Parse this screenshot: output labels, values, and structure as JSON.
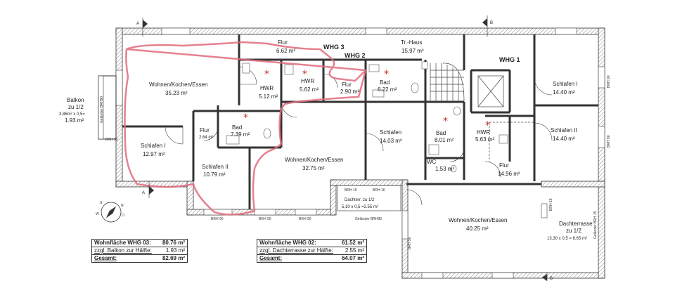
{
  "section_marks": {
    "a_top": "A",
    "a_bottom": "A",
    "b_top": "B",
    "b_bottom": "B"
  },
  "units": {
    "whg3": "WHG 3",
    "whg2": "WHG 2",
    "whg1": "WHG 1"
  },
  "rooms": {
    "flur_top": {
      "name": "Flur",
      "area": "6.62 m²"
    },
    "tr_haus": {
      "name": "Tr.-Haus",
      "area": "15.97 m²"
    },
    "wohnen_whg3": {
      "name": "Wohnen/Kochen/Essen",
      "area": "35.23 m²"
    },
    "hwr_whg3": {
      "name": "HWR",
      "area": "5.12 m²"
    },
    "hwr_whg2": {
      "name": "HWR",
      "area": "5.62 m²"
    },
    "flur_whg2": {
      "name": "Flur",
      "area": "2.90 m²"
    },
    "bad_whg2": {
      "name": "Bad",
      "area": "6.22 m²"
    },
    "schlafen1_right": {
      "name": "Schlafen I",
      "area": "14.40 m²"
    },
    "flur_small": {
      "name": "Flur",
      "area": "2.64 m²"
    },
    "bad_whg3": {
      "name": "Bad",
      "area": "7.39 m²"
    },
    "schlafen1_left": {
      "name": "Schlafen I",
      "area": "12.97 m²"
    },
    "schlafen2_left": {
      "name": "Schlafen II",
      "area": "10.79 m²"
    },
    "wohnen_whg2": {
      "name": "Wohnen/Kochen/Essen",
      "area": "32.75 m²"
    },
    "schlafen_whg2": {
      "name": "Schlafen",
      "area": "14.03 m²"
    },
    "bad_whg1": {
      "name": "Bad",
      "area": "8.01 m²"
    },
    "hwr_whg1": {
      "name": "HWR",
      "area": "5.63 m²"
    },
    "schlafen2_right": {
      "name": "Schlafen II",
      "area": "14.40 m²"
    },
    "wc": {
      "name": "WC",
      "area": "1.53 m²"
    },
    "flur_whg1": {
      "name": "Flur",
      "area": "14.96 m²"
    },
    "wohnen_whg1": {
      "name": "Wohnen/Kochen/Essen",
      "area": "40.25 m²"
    }
  },
  "balkon": {
    "line1": "Balkon",
    "line2": "zu 1/2",
    "line3": "3,86m² x 0,5=",
    "line4": "1.93 m²",
    "railing": "Geländer BRH90"
  },
  "dachterr_small": {
    "line1": "Dachterr. zu 1/2",
    "line2": "5,10 x 0,5 =2.55 m²",
    "brh_left": "BRH 15",
    "brh_right": "BRH 16",
    "railing": "Geländer BRH90"
  },
  "dachterr_large": {
    "line1": "Dachterrasse",
    "line2": "zu 1/2",
    "line3": "13,30 x 0,5 = 6.65 m²",
    "brh": "BRH 15",
    "railing": "Geländer BRH 15"
  },
  "brh_labels": {
    "b1": "BRH 90",
    "b2": "BRH 90",
    "b3": "BRH 90",
    "b4": "BRH 90",
    "r1": "BRH 90",
    "r2": "BRH 90",
    "r3": "BRH 90"
  },
  "compass": {
    "n": "N",
    "s": "S",
    "o": "O",
    "w": "W"
  },
  "table_whg3": {
    "rows": [
      {
        "label": "Wohnfläche WHG 03:",
        "value": "80.76 m²"
      },
      {
        "label": "zzgl. Balkon zur Hälfte:",
        "value": "1.93 m²"
      },
      {
        "label": "Gesamt:",
        "value": "82.69 m²"
      }
    ]
  },
  "table_whg2": {
    "rows": [
      {
        "label": "Wohnfläche WHG 02:",
        "value": "61.52 m²"
      },
      {
        "label": "zzgl. Dachterrasse zur Hälfte:",
        "value": "2.55 m²"
      },
      {
        "label": "Gesamt:",
        "value": "64.07 m²"
      }
    ]
  }
}
